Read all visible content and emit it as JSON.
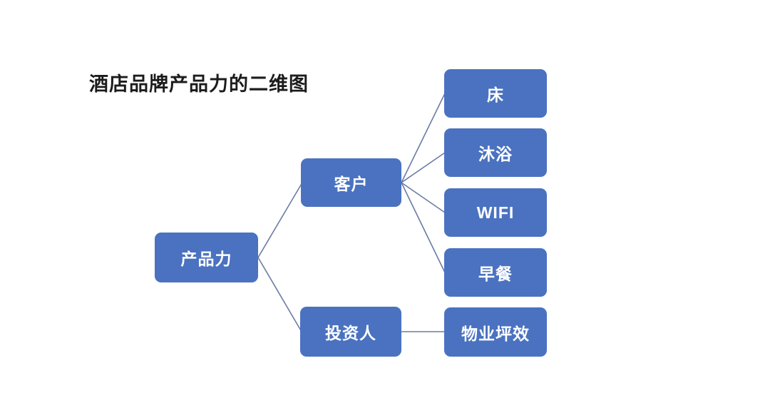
{
  "title": "酒店品牌产品力的二维图",
  "colors": {
    "background": "#ffffff",
    "node_fill": "#4a72c0",
    "node_text": "#ffffff",
    "connector": "#6b7ba4",
    "title_text": "#1c1c1c"
  },
  "diagram": {
    "root": {
      "label": "产品力"
    },
    "branches": [
      {
        "label": "客户",
        "children": [
          {
            "label": "床"
          },
          {
            "label": "沐浴"
          },
          {
            "label": "WIFI"
          },
          {
            "label": "早餐"
          }
        ]
      },
      {
        "label": "投资人",
        "children": [
          {
            "label": "物业坪效"
          }
        ]
      }
    ]
  }
}
